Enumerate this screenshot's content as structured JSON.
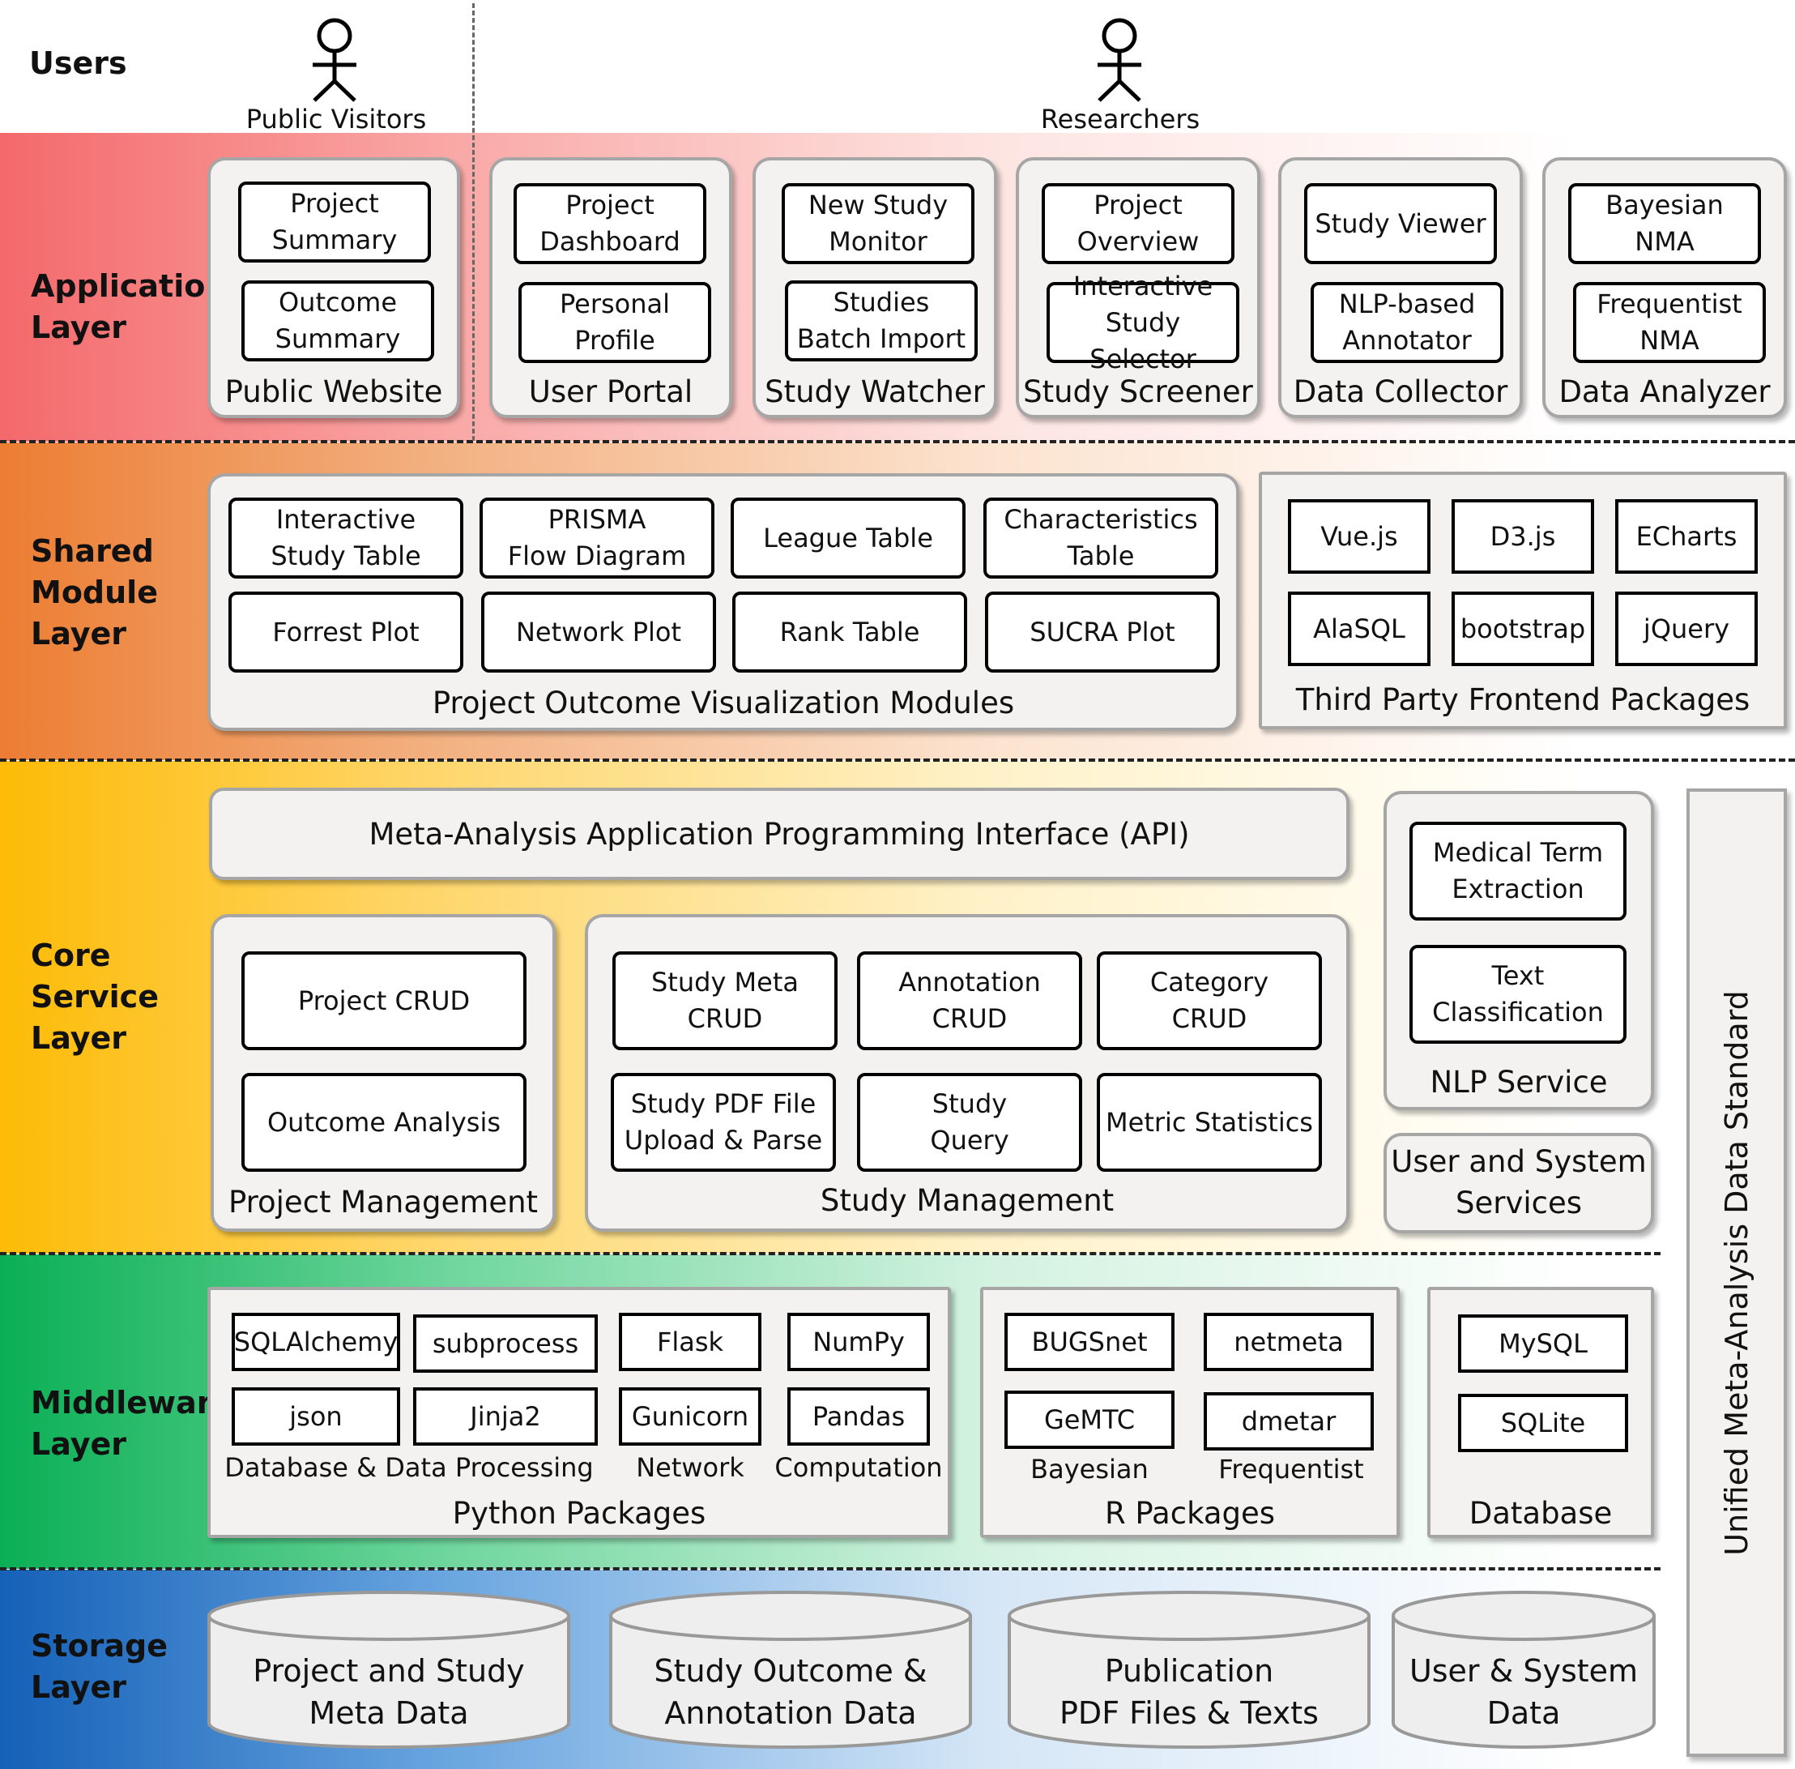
{
  "users": {
    "title": "Users",
    "public_visitors": "Public Visitors",
    "researchers": "Researchers"
  },
  "layers": {
    "application": "Application\nLayer",
    "shared": "Shared\nModule\nLayer",
    "core": "Core\nService\nLayer",
    "middleware": "Middleware\nLayer",
    "storage": "Storage\nLayer"
  },
  "application": {
    "public_website": {
      "title": "Public Website",
      "items": [
        "Project\nSummary",
        "Outcome\nSummary"
      ]
    },
    "user_portal": {
      "title": "User Portal",
      "items": [
        "Project\nDashboard",
        "Personal\nProfile"
      ]
    },
    "study_watcher": {
      "title": "Study Watcher",
      "items": [
        "New Study\nMonitor",
        "Studies\nBatch Import"
      ]
    },
    "study_screener": {
      "title": "Study Screener",
      "items": [
        "Project\nOverview",
        "Interactive\nStudy Selector"
      ]
    },
    "data_collector": {
      "title": "Data Collector",
      "items": [
        "Study Viewer",
        "NLP-based\nAnnotator"
      ]
    },
    "data_analyzer": {
      "title": "Data Analyzer",
      "items": [
        "Bayesian\nNMA",
        "Frequentist\nNMA"
      ]
    }
  },
  "shared": {
    "visualization": {
      "title": "Project Outcome Visualization Modules",
      "items": [
        "Interactive\nStudy Table",
        "PRISMA\nFlow Diagram",
        "League Table",
        "Characteristics\nTable",
        "Forrest Plot",
        "Network Plot",
        "Rank Table",
        "SUCRA Plot"
      ]
    },
    "third_party": {
      "title": "Third Party Frontend Packages",
      "items": [
        "Vue.js",
        "D3.js",
        "ECharts",
        "AlaSQL",
        "bootstrap",
        "jQuery"
      ]
    }
  },
  "core": {
    "api": "Meta-Analysis Application Programming Interface (API)",
    "project_management": {
      "title": "Project Management",
      "items": [
        "Project CRUD",
        "Outcome Analysis"
      ]
    },
    "study_management": {
      "title": "Study Management",
      "items": [
        "Study Meta\nCRUD",
        "Annotation\nCRUD",
        "Category\nCRUD",
        "Study PDF File\nUpload & Parse",
        "Study\nQuery",
        "Metric Statistics"
      ]
    },
    "nlp_service": {
      "title": "NLP Service",
      "items": [
        "Medical Term\nExtraction",
        "Text\nClassification"
      ]
    },
    "user_system": "User and System\nServices"
  },
  "middleware": {
    "python": {
      "title": "Python Packages",
      "items": [
        "SQLAlchemy",
        "subprocess",
        "Flask",
        "NumPy",
        "json",
        "Jinja2",
        "Gunicorn",
        "Pandas"
      ],
      "captions": [
        "Database & Data Processing",
        "Network",
        "Computation"
      ]
    },
    "r": {
      "title": "R Packages",
      "items": [
        "BUGSnet",
        "netmeta",
        "GeMTC",
        "dmetar"
      ],
      "captions": [
        "Bayesian",
        "Frequentist"
      ]
    },
    "database": {
      "title": "Database",
      "items": [
        "MySQL",
        "SQLite"
      ]
    }
  },
  "storage": [
    "Project and Study\nMeta Data",
    "Study Outcome &\nAnnotation Data",
    "Publication\nPDF Files & Texts",
    "User & System\nData"
  ],
  "standard": "Unified Meta-Analysis Data Standard"
}
